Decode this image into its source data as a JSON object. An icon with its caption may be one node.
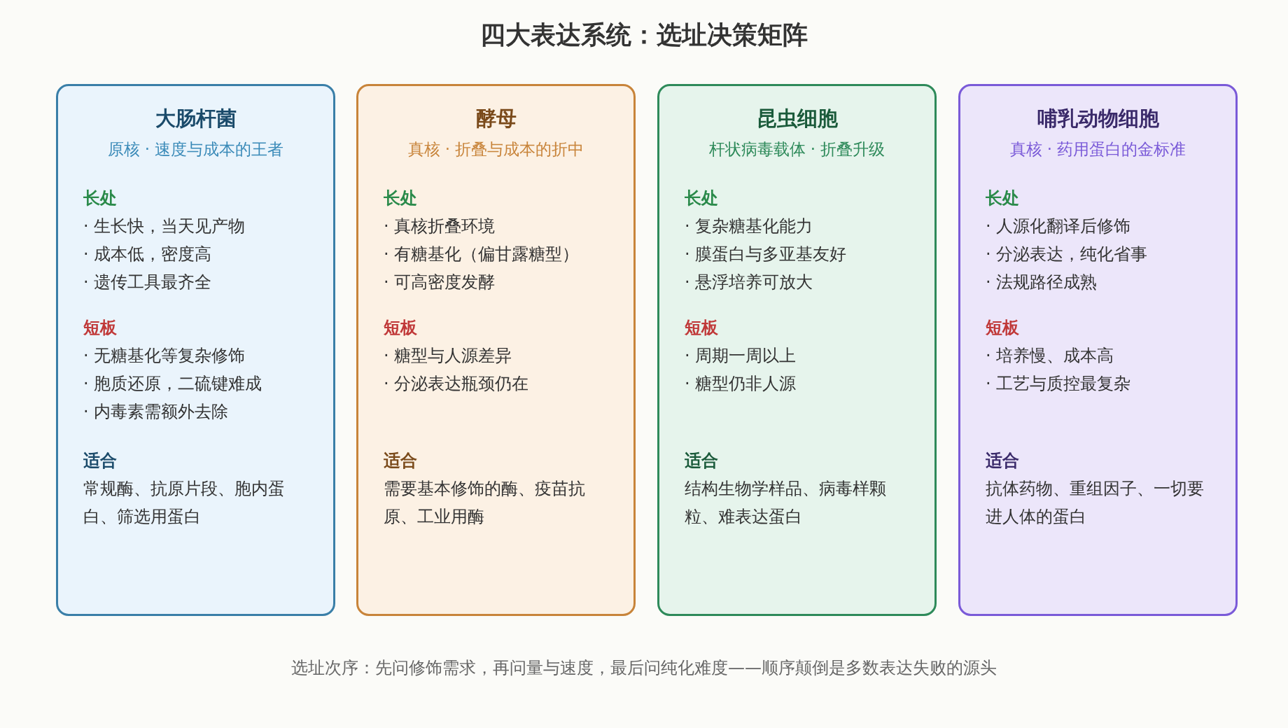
{
  "diagram": {
    "title": "四大表达系统：选址决策矩阵",
    "caption": "选址次序：先问修饰需求，再问量与速度，最后问纯化难度——顺序颠倒是多数表达失败的源头",
    "nodes": [
      {
        "text": [
          "大肠杆菌",
          "原核 · 速度与成本的王者",
          "长处",
          "· 生长快，当天见产物",
          "· 成本低，密度高",
          "· 遗传工具最齐全",
          "短板",
          "· 无糖基化等复杂修饰",
          "· 胞质还原，二硫键难成",
          "· 内毒素需额外去除",
          "适合",
          "常规酶、抗原片段、胞内蛋白、筛选用蛋白"
        ]
      },
      {
        "text": [
          "酵母",
          "真核 · 折叠与成本的折中",
          "长处",
          "· 真核折叠环境",
          "· 有糖基化（偏甘露糖型）",
          "· 可高密度发酵",
          "短板",
          "· 糖型与人源差异",
          "· 分泌表达瓶颈仍在",
          "适合",
          "需要基本修饰的酶、疫苗抗原、工业用酶"
        ]
      },
      {
        "text": [
          "昆虫细胞",
          "杆状病毒载体 · 折叠升级",
          "长处",
          "· 复杂糖基化能力",
          "· 膜蛋白与多亚基友好",
          "· 悬浮培养可放大",
          "短板",
          "· 周期一周以上",
          "· 糖型仍非人源",
          "适合",
          "结构生物学样品、病毒样颗粒、难表达蛋白"
        ]
      },
      {
        "text": [
          "哺乳动物细胞",
          "真核 · 药用蛋白的金标准",
          "长处",
          "· 人源化翻译后修饰",
          "· 分泌表达，纯化省事",
          "· 法规路径成熟",
          "短板",
          "· 培养慢、成本高",
          "· 工艺与质控最复杂",
          "适合",
          "抗体药物、重组因子、一切要进人体的蛋白"
        ]
      }
    ]
  }
}
